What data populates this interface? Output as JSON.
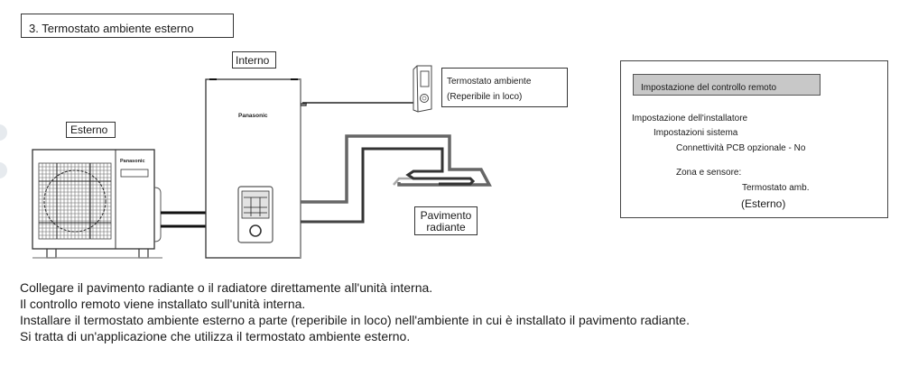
{
  "section_title": "3. Termostato ambiente esterno",
  "diagram": {
    "labels": {
      "interno": "Interno",
      "esterno": "Esterno",
      "thermostat_line1": "Termostato ambiente",
      "thermostat_line2": "(Reperibile in loco)",
      "floor_line1": "Pavimento",
      "floor_line2": "radiante"
    },
    "brand_indoor": "Panasonic",
    "brand_outdoor": "Panasonic"
  },
  "remote_settings": {
    "header": "Impostazione del controllo remoto",
    "lines": [
      "Impostazione dell'installatore",
      "Impostazioni sistema",
      "Connettività PCB opzionale - No",
      "Zona e sensore:",
      "Termostato amb.",
      "(Esterno)"
    ]
  },
  "description": [
    "Collegare il pavimento radiante o il radiatore direttamente all'unità interna.",
    "Il controllo remoto viene installato sull'unità interna.",
    "Installare il termostato ambiente esterno a parte (reperibile in loco) nell'ambiente in cui è installato il pavimento radiante.",
    "Si tratta di un'applicazione che utilizza il termostato ambiente esterno."
  ]
}
